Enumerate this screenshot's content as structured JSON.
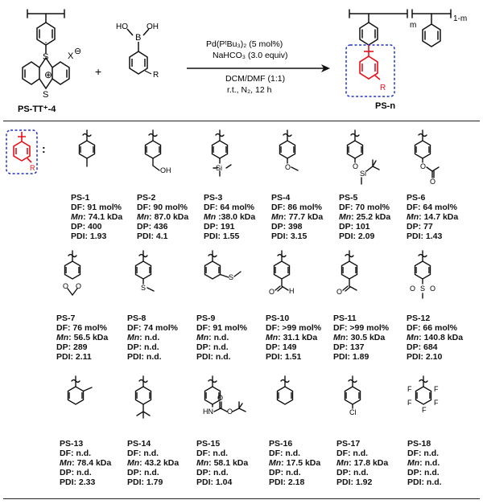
{
  "scheme": {
    "reactant_label": "PS-TT⁺-4",
    "counterion": "X",
    "counterion_charge": "⊖",
    "sulfonium_charge": "⊕",
    "atom_s": "S",
    "atom_b": "B",
    "oh1": "OH",
    "oh2": "HO",
    "r": "R",
    "plus": "+",
    "catalyst": "Pd(PᵗBu₃)₂  (5 mol%)",
    "base": "NaHCO₃ (3.0  equiv)",
    "solvent": "DCM/DMF (1:1)",
    "conditions": "r.t., N₂, 12 h",
    "product_label": "PS-n",
    "m": "m",
    "one_minus_m": "1-m",
    "colon": ":",
    "legend_r": "R"
  },
  "products": [
    {
      "id": "PS-1",
      "df": "DF: 91 mol%",
      "mn": "74.1 kDa",
      "dp": "DP: 400",
      "pdi": "PDI: 1.93",
      "sub": "4-methyl"
    },
    {
      "id": "PS-2",
      "df": "DF: 90 mol%",
      "mn": "87.0 kDa",
      "dp": "DP: 436",
      "pdi": "PDI: 4.1",
      "sub": "4-CH2OH",
      "atoms": [
        "OH"
      ]
    },
    {
      "id": "PS-3",
      "df": "DF: 64 mol%",
      "mn": ":38.0 kDa",
      "dp": "DP: 191",
      "pdi": "PDI: 1.55",
      "sub": "4-SiMe3",
      "atoms": [
        "Si"
      ]
    },
    {
      "id": "PS-4",
      "df": "DF: 86 mol%",
      "mn": "77.7 kDa",
      "dp": "DP: 398",
      "pdi": "PDI: 3.15",
      "sub": "4-OMe",
      "atoms": [
        "O"
      ]
    },
    {
      "id": "PS-5",
      "df": "DF: 70 mol%",
      "mn": "25.2 kDa",
      "dp": "DP: 101",
      "pdi": "PDI: 2.09",
      "sub": "4-OTBS",
      "atoms": [
        "O",
        "Si"
      ]
    },
    {
      "id": "PS-6",
      "df": "DF: 64 mol%",
      "mn": "14.7 kDa",
      "dp": "DP: 77",
      "pdi": "PDI: 1.43",
      "sub": "4-OAc",
      "atoms": [
        "O",
        "O"
      ]
    },
    {
      "id": "PS-7",
      "df": "DF: 76 mol%",
      "mn": "56.5 kDa",
      "dp": "DP: 289",
      "pdi": "PDI: 2.11",
      "sub": "3,4-methylenedioxy",
      "atoms": [
        "O",
        "O"
      ]
    },
    {
      "id": "PS-8",
      "df": "DF: 74 mol%",
      "mn": "n.d.",
      "dp": "DP: n.d.",
      "pdi": "PDI: n.d.",
      "sub": "4-SMe",
      "atoms": [
        "S"
      ]
    },
    {
      "id": "PS-9",
      "df": "DF: 91 mol%",
      "mn": "n.d.",
      "dp": "DP: n.d.",
      "pdi": "PDI: n.d.",
      "sub": "3-SMe",
      "atoms": [
        "S"
      ]
    },
    {
      "id": "PS-10",
      "df": "DF: >99 mol%",
      "mn": "31.1 kDa",
      "dp": "DP: 149",
      "pdi": "PDI: 1.51",
      "sub": "4-CHO",
      "atoms": [
        "O",
        "H"
      ]
    },
    {
      "id": "PS-11",
      "df": "DF: >99 mol%",
      "mn": "30.5 kDa",
      "dp": "DP: 137",
      "pdi": "PDI: 1.89",
      "sub": "4-acetyl",
      "atoms": [
        "O"
      ]
    },
    {
      "id": "PS-12",
      "df": "DF: 66 mol%",
      "mn": "140.8 kDa",
      "dp": "DP: 684",
      "pdi": "PDI: 2.10",
      "sub": "4-SO2Me",
      "atoms": [
        "O",
        "S",
        "O"
      ]
    },
    {
      "id": "PS-13",
      "df": "DF: n.d.",
      "mn": "78.4 kDa",
      "dp": "DP: n.d.",
      "pdi": "PDI: 2.33",
      "sub": "2-methyl"
    },
    {
      "id": "PS-14",
      "df": "DF: n.d.",
      "mn": "43.2 kDa",
      "dp": "DP: n.d.",
      "pdi": "PDI: 1.79",
      "sub": "4-tBu"
    },
    {
      "id": "PS-15",
      "df": "DF: n.d.",
      "mn": "58.1 kDa",
      "dp": "DP: n.d.",
      "pdi": "PDI: 1.04",
      "sub": "4-NHBoc",
      "atoms": [
        "HN",
        "O",
        "O"
      ]
    },
    {
      "id": "PS-16",
      "df": "DF: n.d.",
      "mn": "17.5 kDa",
      "dp": "DP: n.d.",
      "pdi": "PDI: 2.18",
      "sub": "H"
    },
    {
      "id": "PS-17",
      "df": "DF: n.d.",
      "mn": "17.8 kDa",
      "dp": "DP: n.d.",
      "pdi": "PDI: 1.92",
      "sub": "4-Cl",
      "atoms": [
        "Cl"
      ]
    },
    {
      "id": "PS-18",
      "df": "DF: n.d.",
      "mn": "n.d.",
      "dp": "DP: n.d.",
      "pdi": "PDI: n.d.",
      "sub": "F5",
      "atoms": [
        "F",
        "F",
        "F",
        "F",
        "F"
      ]
    }
  ],
  "mn_prefix": "Mn",
  "mn_sep": ": ",
  "colors": {
    "highlight": "#e8101a",
    "dash_box": "#2233cc",
    "ink": "#111111"
  }
}
